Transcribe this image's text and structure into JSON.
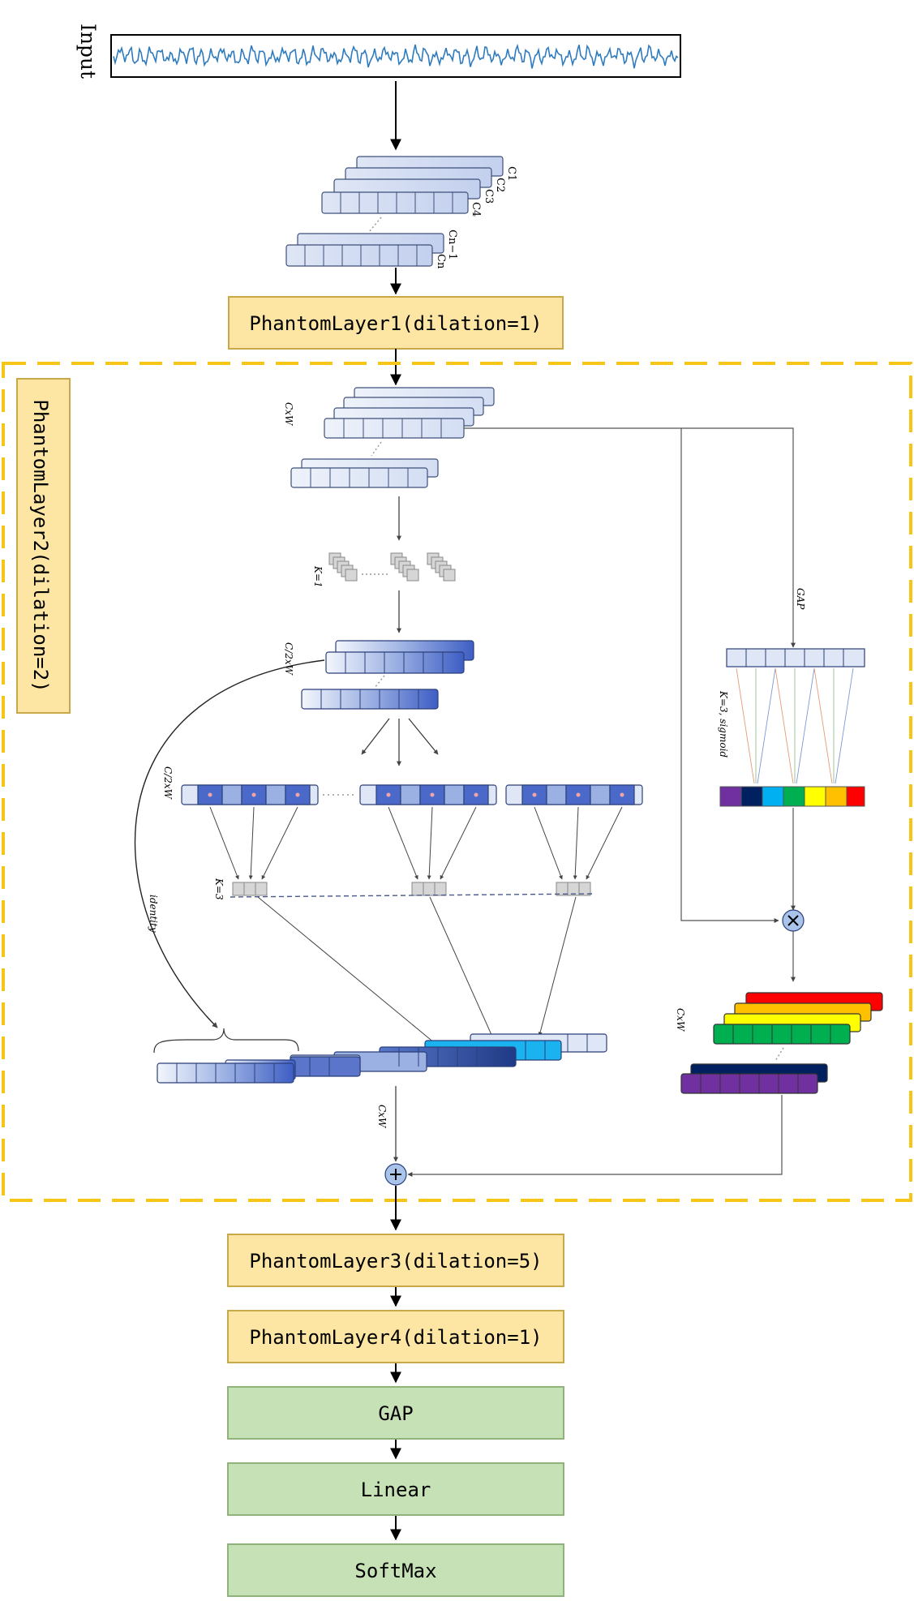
{
  "input_label": "Input",
  "layers": {
    "phantom1": "PhantomLayer1(dilation=1)",
    "phantom2": "PhantomLayer2(dilation=2)",
    "phantom3": "PhantomLayer3(dilation=5)",
    "phantom4": "PhantomLayer4(dilation=1)",
    "gap": "GAP",
    "linear": "Linear",
    "softmax": "SoftMax"
  },
  "channel_labels": {
    "c1": "C1",
    "c2": "C2",
    "c3": "C3",
    "c4": "C4",
    "cn1": "Cn−1",
    "cn": "Cn"
  },
  "annotations": {
    "cxw_top": "CxW",
    "k1": "K=1",
    "c2xw_a": "C/2xW",
    "c2xw_b": "C/2xW",
    "k3": "K=3",
    "identity": "identity",
    "gap_branch": "GAP",
    "k3_sigmoid": "K=3, sigmoid",
    "cxw_right": "CxW",
    "cxw_bottom": "CxW"
  },
  "colors": {
    "layer_box_fill": "#fde6a4",
    "layer_box_stroke": "#c9a84a",
    "head_box_fill": "#c7e1b6",
    "head_box_stroke": "#8fb378",
    "dashed_frame": "#f5c518",
    "signal": "#2e7bbf"
  }
}
